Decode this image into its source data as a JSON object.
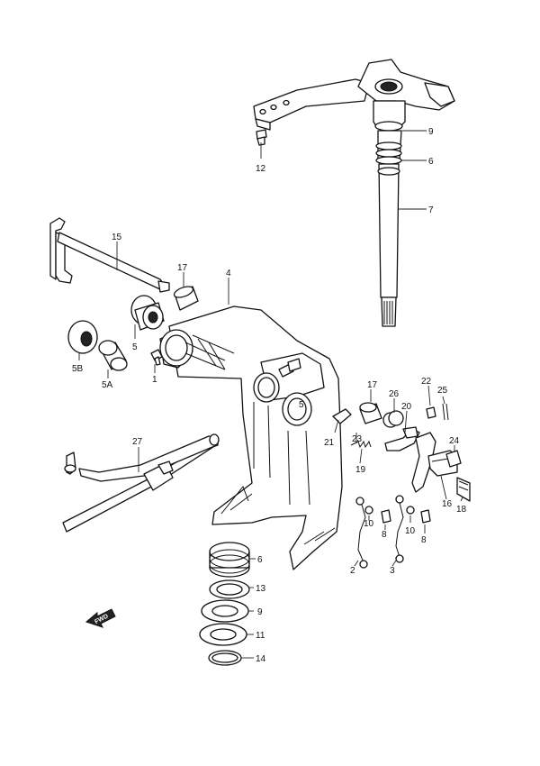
{
  "callouts": {
    "c1": "1",
    "c2": "2",
    "c3": "3",
    "c4": "4",
    "c5a": "5",
    "c5b": "5",
    "c5A": "5A",
    "c5B": "5B",
    "c6a": "6",
    "c6b": "6",
    "c7": "7",
    "c8a": "8",
    "c8b": "8",
    "c9a": "9",
    "c9b": "9",
    "c10a": "10",
    "c10b": "10",
    "c11": "11",
    "c12": "12",
    "c13": "13",
    "c14": "14",
    "c15": "15",
    "c16": "16",
    "c17a": "17",
    "c17b": "17",
    "c18": "18",
    "c19": "19",
    "c20": "20",
    "c21": "21",
    "c22": "22",
    "c23": "23",
    "c24": "24",
    "c25": "25",
    "c26": "26",
    "c27": "27"
  },
  "fwd_arrow": {
    "label": "FWD",
    "icon": "forward-arrow-icon"
  }
}
